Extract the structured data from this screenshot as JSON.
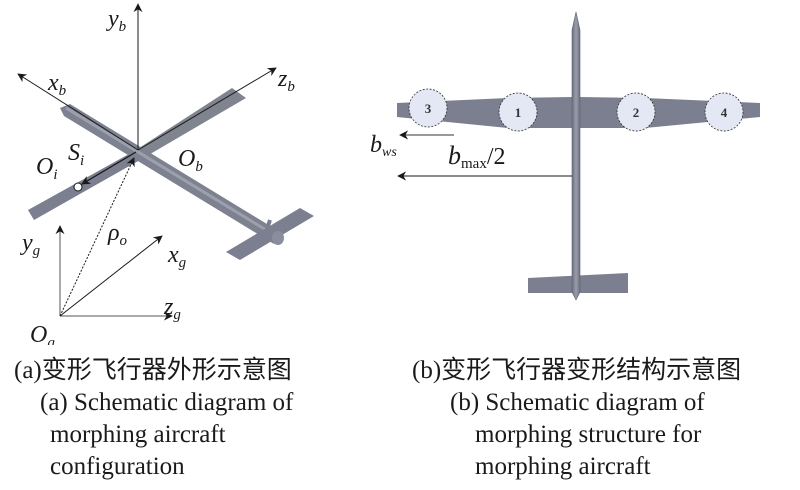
{
  "figure": {
    "colors": {
      "airframe": "#7b7f8f",
      "airframe_dark": "#5f6373",
      "airframe_light": "#9a9eac",
      "actuator_fill": "#e3e8f4",
      "axis": "#1a1a1a",
      "background": "#ffffff"
    },
    "panel_a": {
      "labels": {
        "yb": {
          "main": "y",
          "sub": "b"
        },
        "xb": {
          "main": "x",
          "sub": "b"
        },
        "zb": {
          "main": "z",
          "sub": "b"
        },
        "Si": {
          "main": "S",
          "sub": "i"
        },
        "Oi": {
          "main": "O",
          "sub": "i"
        },
        "Ob": {
          "main": "O",
          "sub": "b"
        },
        "rho": {
          "main": "ρ",
          "sub": "o"
        },
        "yg": {
          "main": "y",
          "sub": "g"
        },
        "xg": {
          "main": "x",
          "sub": "g"
        },
        "zg": {
          "main": "z",
          "sub": "g"
        },
        "Og": {
          "main": "O",
          "sub": "g"
        }
      },
      "caption_zh": "(a)变形飞行器外形示意图",
      "caption_en": [
        "(a) Schematic diagram of",
        "morphing aircraft",
        "configuration"
      ]
    },
    "panel_b": {
      "actuators": [
        "3",
        "1",
        "2",
        "4"
      ],
      "labels": {
        "bws": {
          "main": "b",
          "sub": "ws"
        },
        "bmax": {
          "main": "b",
          "sub": "max",
          "suffix": "/2"
        }
      },
      "caption_zh": "(b)变形飞行器变形结构示意图",
      "caption_en": [
        "(b) Schematic diagram of",
        "morphing structure for",
        "morphing aircraft"
      ]
    }
  }
}
